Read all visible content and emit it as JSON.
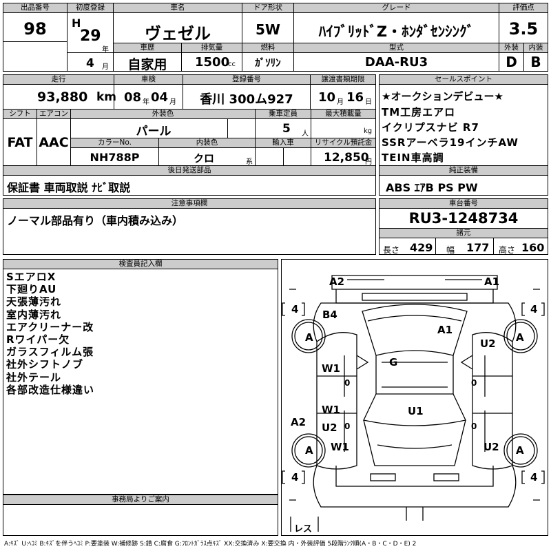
{
  "header": {
    "lot_no_label": "出品番号",
    "lot_no": "98",
    "first_reg_label": "初度登録",
    "era": "H",
    "year": "29",
    "year_unit": "年",
    "month": "4",
    "month_unit": "月",
    "car_name_label": "車名",
    "car_name": "ヴェゼル",
    "door_label": "ドア形状",
    "door": "5W",
    "grade_label": "グレード",
    "grade": "ﾊｲﾌﾞﾘｯﾄﾞZ・ﾎﾝﾀﾞｾﾝｼﾝｸﾞ",
    "score_label": "評価点",
    "score": "3.5",
    "history_label": "車歴",
    "history": "自家用",
    "displacement_label": "排気量",
    "displacement": "1500",
    "displacement_unit": "cc",
    "fuel_label": "燃料",
    "fuel": "ｶﾞｿﾘﾝ",
    "model_label": "型式",
    "model": "DAA-RU3",
    "ext_label": "外装",
    "ext": "D",
    "int_label": "内装",
    "int": "B"
  },
  "row2": {
    "mileage_label": "走行",
    "mileage": "93,880",
    "mileage_unit": "km",
    "inspection_label": "車検",
    "insp_year": "08",
    "insp_year_unit": "年",
    "insp_month": "04",
    "insp_month_unit": "月",
    "reg_no_label": "登録番号",
    "reg_no": "香川 300ム927",
    "transfer_label": "譲渡書類期限",
    "transfer_month": "10",
    "transfer_month_unit": "月",
    "transfer_day": "16",
    "transfer_day_unit": "日",
    "shift_label": "シフト",
    "shift": "FAT",
    "ac_label": "エアコン",
    "ac": "AAC",
    "ext_color_label": "外装色",
    "ext_color": "パール",
    "capacity_label": "乗車定員",
    "capacity": "5",
    "capacity_unit": "人",
    "max_load_label": "最大積載量",
    "max_load_unit": "kg",
    "color_no_label": "カラーNo.",
    "color_no": "NH788P",
    "int_color_label": "内装色",
    "int_color": "クロ",
    "int_color_unit": "系",
    "import_label": "輸入車",
    "recycle_label": "リサイクル預託金",
    "recycle": "12,850",
    "recycle_unit": "円",
    "later_parts_label": "後日発送部品",
    "later_parts": "保証書 車両取説 ﾅﾋﾞ取説"
  },
  "sales_points": {
    "label": "セールスポイント",
    "items": [
      "★オークションデビュー★",
      "TM工房エアロ",
      "イクリプスナビ R7",
      "SSRアーベラ19インチAW",
      "TEIN車高調"
    ]
  },
  "equipment": {
    "label": "純正装備",
    "value": "ABS ｴｱB PS PW"
  },
  "notes": {
    "label": "注意事項欄",
    "value": "ノーマル部品有り（車内積み込み）"
  },
  "chassis": {
    "label": "車台番号",
    "value": "RU3-1248734"
  },
  "dimensions": {
    "label": "諸元",
    "length_label": "長さ",
    "length": "429",
    "width_label": "幅",
    "width": "177",
    "height_label": "高さ",
    "height": "160"
  },
  "inspector": {
    "label": "検査員記入欄",
    "lines": [
      "SエアロX",
      "下廻りAU",
      "天張薄汚れ",
      "室内薄汚れ",
      "エアクリーナー改",
      "Rワイパー欠",
      "ガラスフィルム張",
      "社外シフトノブ",
      "社外テール",
      "各部改造仕様違い"
    ]
  },
  "office": {
    "label": "事務局よりご案内"
  },
  "diagram": {
    "marks": {
      "front_left_corner": "A2",
      "front_right_corner": "A1",
      "tire_fl": "4",
      "tire_fr": "4",
      "tire_rl": "4",
      "tire_rr": "4",
      "fender_fl": "B4",
      "wheel_fl": "A",
      "wheel_fr": "A",
      "wheel_rl": "A",
      "wheel_rr": "A",
      "hood": "A1",
      "right_front_door_area": "U2",
      "roof": "G",
      "left_front_door": "W1",
      "left_rear_door": "W1",
      "left_rear_lower": "U2",
      "left_quarter": "A2",
      "left_rear_panel": "W1",
      "cabin_floor": "U1",
      "right_rear": "U2",
      "lens_label": "レス",
      "zero_1": "0",
      "zero_2": "0",
      "zero_3": "0",
      "zero_4": "0"
    }
  },
  "legend": "A:ｷｽﾞ U:ﾍｺﾐ B:ｷｽﾞを伴うﾍｺﾐ P:要塗装 W:補修跡 S:錆 C:腐食 G:ﾌﾛﾝﾄｶﾞﾗｽ点ｷｽﾞ XX:交換済み X:要交換 内・外装評価 5段階ﾗﾝｸ順(A・B・C・D・E) 2"
}
